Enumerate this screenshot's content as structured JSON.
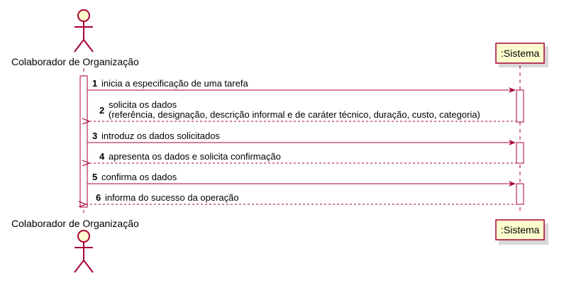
{
  "actor": {
    "name": "Colaborador de Organização"
  },
  "participant": {
    "name": ":Sistema"
  },
  "messages": [
    {
      "num": "1",
      "text": "inicia a especificação de uma tarefa"
    },
    {
      "num": "2",
      "text": "solicita os dados",
      "text2": "(referência, designação, descrição informal e de caráter técnico, duração, custo, categoria)"
    },
    {
      "num": "3",
      "text": "introduz os dados solicitados"
    },
    {
      "num": "4",
      "text": "apresenta os dados e solicita confirmação"
    },
    {
      "num": "5",
      "text": "confirma os dados"
    },
    {
      "num": "6",
      "text": "informa do sucesso da operação"
    }
  ],
  "colors": {
    "line": "#A80036",
    "actor_fill": "#FEFECE",
    "box_fill": "#FEFECE",
    "activation_fill": "#FFFFFF"
  }
}
